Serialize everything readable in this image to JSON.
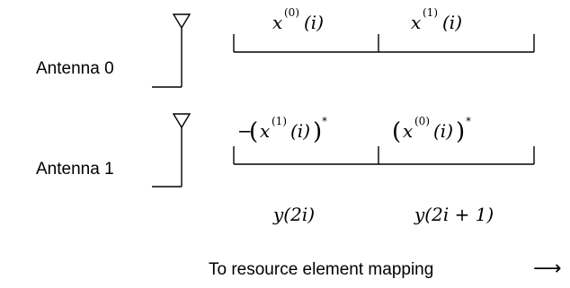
{
  "antennas": [
    {
      "label": "Antenna 0",
      "symbols": [
        {
          "base": "x",
          "sup": "(0)",
          "arg": "(i)"
        },
        {
          "base": "x",
          "sup": "(1)",
          "arg": "(i)"
        }
      ]
    },
    {
      "label": "Antenna 1",
      "symbols": [
        {
          "prefix": "−",
          "base": "x",
          "sup": "(1)",
          "arg": "(i)",
          "conj": "*"
        },
        {
          "prefix": "",
          "base": "x",
          "sup": "(0)",
          "arg": "(i)",
          "conj": "*"
        }
      ]
    }
  ],
  "outputs": [
    "y(2i)",
    "y(2i + 1)"
  ],
  "footer": {
    "label": "To resource element mapping",
    "arrow": "⟶"
  }
}
